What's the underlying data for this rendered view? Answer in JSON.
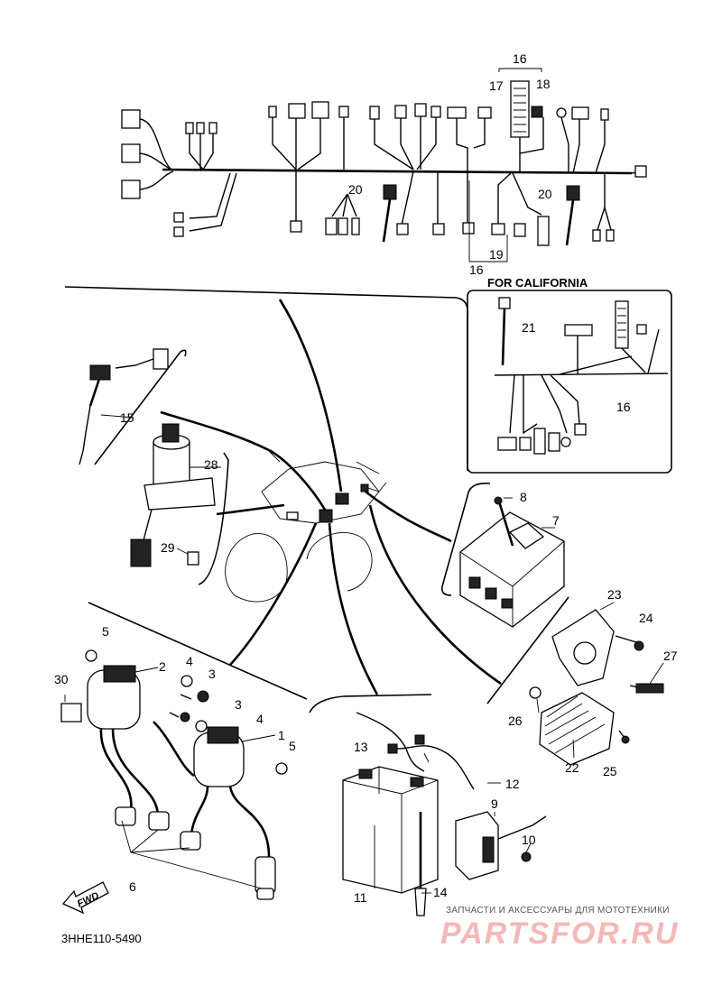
{
  "labels": {
    "for_california": "FOR CALIFORNIA",
    "fwd": "FWD",
    "diagram_code": "3HHE110-5490"
  },
  "watermark": {
    "caption": "ЗАПЧАСТИ И АКСЕССУАРЫ ДЛЯ МОТОТЕХНИКИ",
    "brand": "PARTSFOR.RU"
  },
  "part_numbers": {
    "p1": "1",
    "p2": "2",
    "p3a": "3",
    "p3b": "3",
    "p4a": "4",
    "p4b": "4",
    "p5a": "5",
    "p5b": "5",
    "p6": "6",
    "p7": "7",
    "p8": "8",
    "p9": "9",
    "p10": "10",
    "p11": "11",
    "p12": "12",
    "p13": "13",
    "p14": "14",
    "p15": "15",
    "p16a": "16",
    "p16b": "16",
    "p16c": "16",
    "p17": "17",
    "p18": "18",
    "p19": "19",
    "p20a": "20",
    "p20b": "20",
    "p21": "21",
    "p22": "22",
    "p23": "23",
    "p24": "24",
    "p25": "25",
    "p26": "26",
    "p27": "27",
    "p28": "28",
    "p29": "29",
    "p30": "30"
  }
}
